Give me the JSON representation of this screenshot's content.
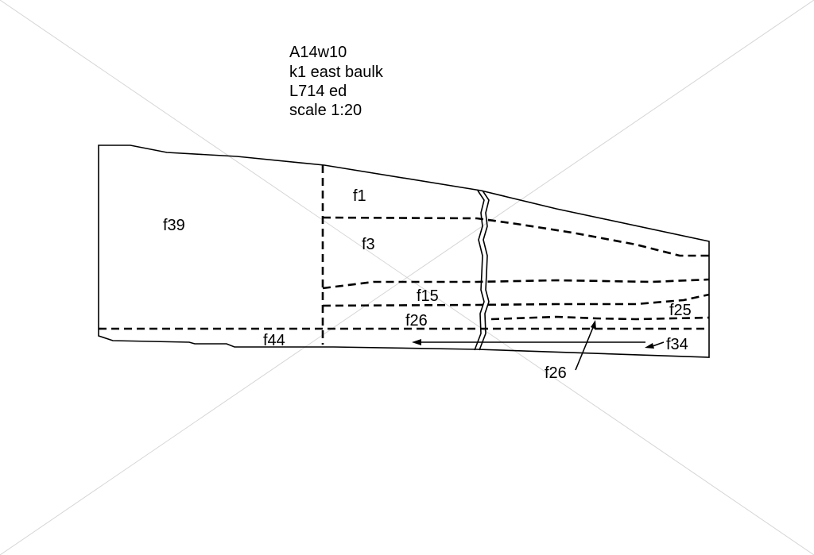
{
  "header": {
    "line1": "A14w10",
    "line2": "k1 east baulk",
    "line3": "L714 ed",
    "line4": "scale 1:20"
  },
  "labels": {
    "f39": "f39",
    "f1": "f1",
    "f3": "f3",
    "f15": "f15",
    "f26_upper": "f26",
    "f44": "f44",
    "f25": "f25",
    "f34": "f34",
    "f26_lower": "f26"
  },
  "colors": {
    "ink": "#000000",
    "watermark": "#d6d6d6",
    "background": "#ffffff"
  }
}
